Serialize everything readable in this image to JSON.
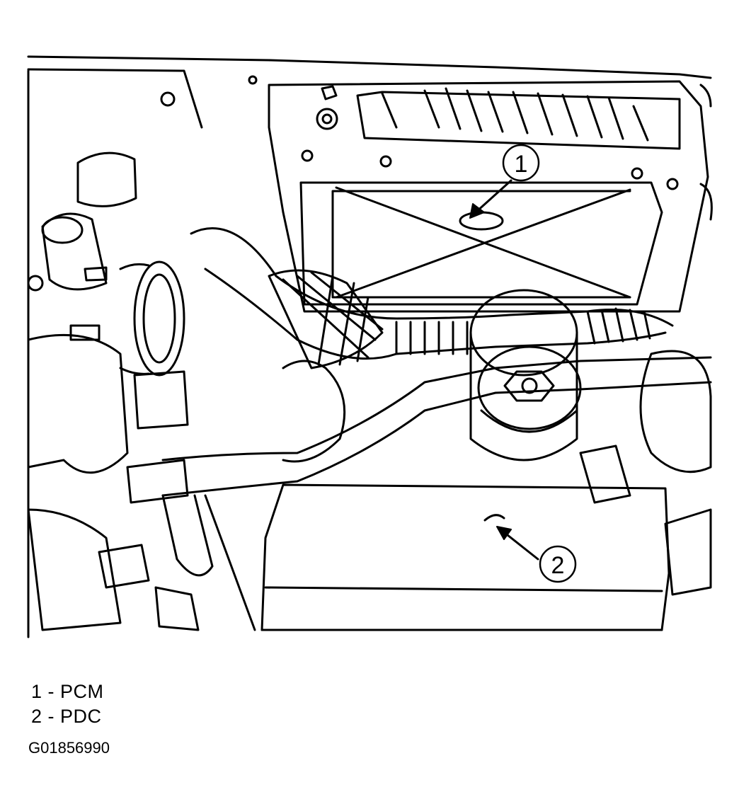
{
  "callouts": [
    {
      "number": "1",
      "name": "PCM"
    },
    {
      "number": "2",
      "name": "PDC"
    }
  ],
  "legend": [
    "1 - PCM",
    "2 - PDC"
  ],
  "figure_id": "G01856990"
}
